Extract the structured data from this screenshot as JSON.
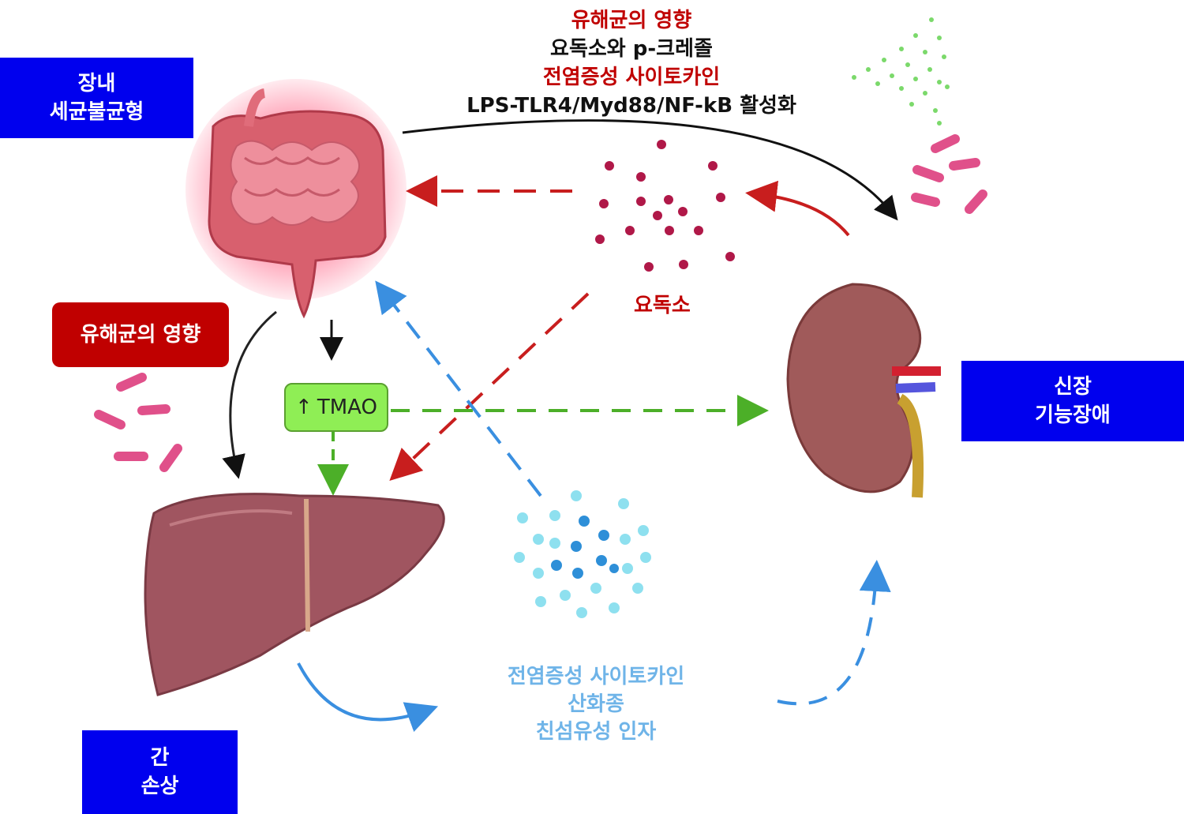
{
  "boxes": {
    "gut": [
      "장내",
      "세균불균형"
    ],
    "harmful": "유해균의 영향",
    "kidney": [
      "신장",
      "기능장애"
    ],
    "liver": [
      "간",
      "손상"
    ]
  },
  "top_text": {
    "line1": "유해균의 영향",
    "line2": "요독소와 p-크레졸",
    "line3": "전염증성 사이토카인",
    "line4": "LPS-TLR4/Myd88/NF-kB 활성화"
  },
  "uremic_toxin_label": "요독소",
  "tmao_label": "TMAO",
  "bottom_text": {
    "line1": "전염증성 사이토카인",
    "line2": "산화종",
    "line3": "친섬유성 인자"
  },
  "colors": {
    "box_blue": "#0000ee",
    "box_red": "#c00000",
    "text_red": "#c00000",
    "text_lightblue": "#6fb4e8",
    "arrow_red": "#c81e1e",
    "arrow_green": "#4caf28",
    "arrow_blue": "#3a8fe0"
  }
}
